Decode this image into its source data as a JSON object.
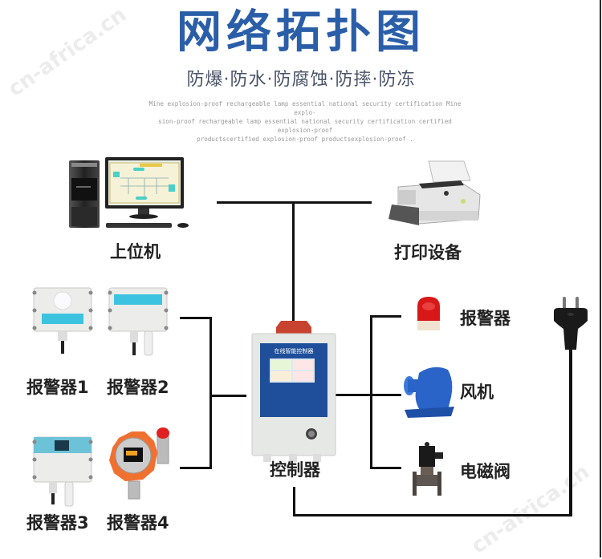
{
  "header": {
    "title": "网络拓扑图",
    "subtitle": "防爆·防水·防腐蚀·防摔·防冻",
    "description_lines": [
      "Mine explosion-proof rechargeable lamp essential national security certification Mine explo-",
      "sion-proof rechargeable lamp essential national security certification certified explosion-proof",
      "productscertified explosion-proof productsexplosion-proof ."
    ]
  },
  "nodes": {
    "host": {
      "label": "上位机",
      "icon": "desktop-computer-icon"
    },
    "printer": {
      "label": "打印设备",
      "icon": "printer-icon"
    },
    "controller": {
      "label": "控制器",
      "icon": "gas-controller-icon",
      "panel_title": "在线智能控制器"
    },
    "sensors": [
      {
        "label": "报警器1",
        "icon": "wall-sensor-icon"
      },
      {
        "label": "报警器2",
        "icon": "wall-sensor-probe-icon"
      },
      {
        "label": "报警器3",
        "icon": "wall-sensor-display-icon"
      },
      {
        "label": "报警器4",
        "icon": "explosion-proof-detector-icon"
      }
    ],
    "outputs": [
      {
        "label": "报警器",
        "icon": "strobe-alarm-icon"
      },
      {
        "label": "风机",
        "icon": "blower-fan-icon"
      },
      {
        "label": "电磁阀",
        "icon": "solenoid-valve-icon"
      }
    ],
    "power": {
      "icon": "power-plug-icon"
    }
  },
  "watermark": "cn-africa.cn",
  "colors": {
    "title": "#2a5ea8",
    "subtitle": "#4a5468",
    "wire": "#111111",
    "controller_panel": "#1f4f9a"
  }
}
